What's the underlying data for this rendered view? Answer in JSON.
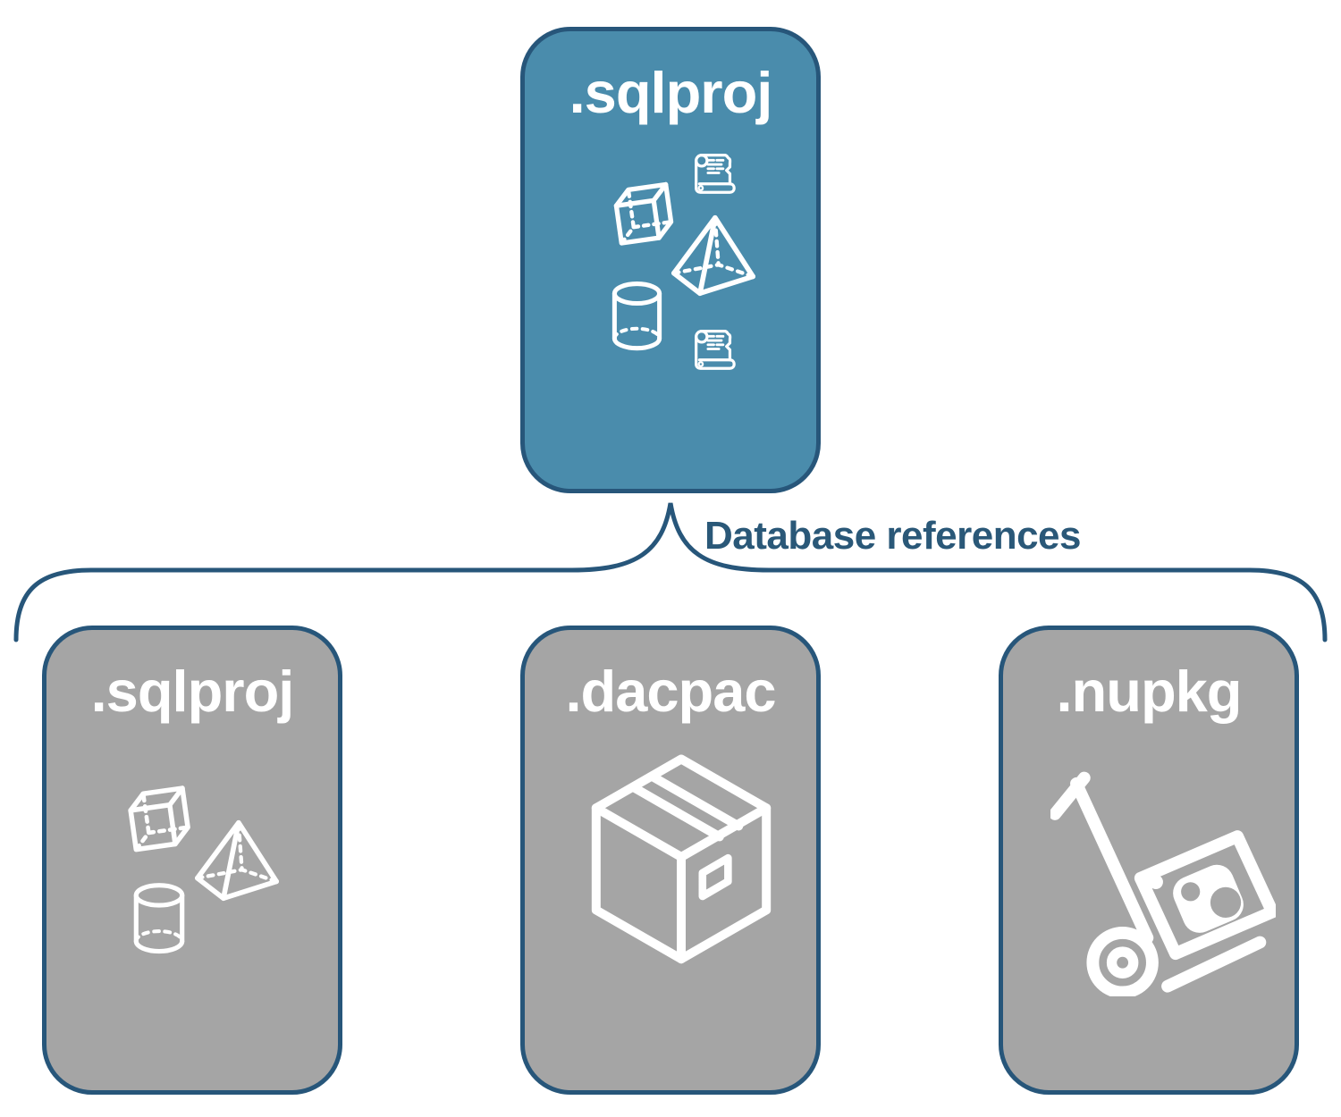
{
  "top_node": {
    "title": ".sqlproj"
  },
  "connector": {
    "label": "Database references"
  },
  "child_nodes": [
    {
      "title": ".sqlproj"
    },
    {
      "title": ".dacpac"
    },
    {
      "title": ".nupkg"
    }
  ],
  "icons": {
    "top_node": [
      "cube-icon",
      "scroll-icon",
      "pyramid-icon",
      "cylinder-icon",
      "scroll-icon"
    ],
    "child_sqlproj": [
      "cube-icon",
      "pyramid-icon",
      "cylinder-icon"
    ],
    "child_dacpac": [
      "package-box-icon"
    ],
    "child_nupkg": [
      "nuget-handtruck-icon"
    ]
  },
  "colors": {
    "highlight_node_fill": "#4A8CAC",
    "gray_node_fill": "#A5A5A5",
    "outline_navy": "#27567A",
    "label_navy": "#2A5878",
    "icon_white": "#FFFFFF"
  }
}
